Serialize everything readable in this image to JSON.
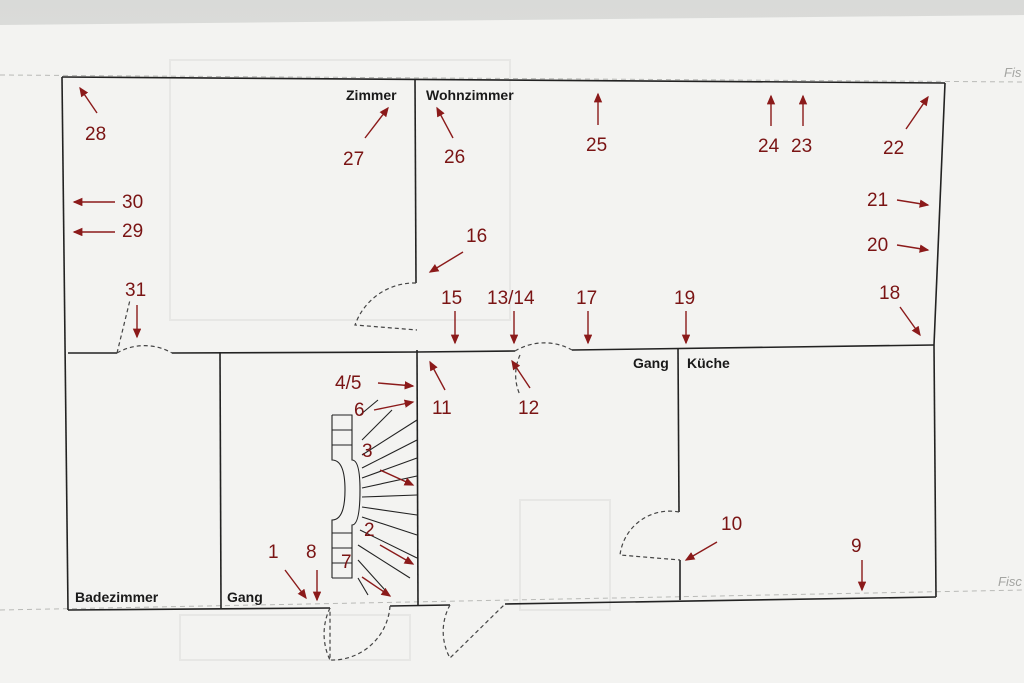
{
  "rooms": {
    "zimmer": "Zimmer",
    "wohnzimmer": "Wohnzimmer",
    "gang_right": "Gang",
    "kueche": "Küche",
    "badezimmer": "Badezimmer",
    "gang_left": "Gang"
  },
  "edge_text": {
    "top": "Fis",
    "bottom": "Fisc"
  },
  "markers": {
    "m1": "1",
    "m2": "2",
    "m3": "3",
    "m45": "4/5",
    "m6": "6",
    "m7": "7",
    "m8": "8",
    "m9": "9",
    "m10": "10",
    "m11": "11",
    "m12": "12",
    "m1314": "13/14",
    "m15": "15",
    "m16": "16",
    "m17": "17",
    "m18": "18",
    "m19": "19",
    "m20": "20",
    "m21": "21",
    "m22": "22",
    "m23": "23",
    "m24": "24",
    "m25": "25",
    "m26": "26",
    "m27": "27",
    "m28": "28",
    "m29": "29",
    "m30": "30",
    "m31": "31"
  },
  "colors": {
    "marker": "#8b1a1a",
    "wall": "#222222",
    "paper": "#f4f4f2"
  }
}
